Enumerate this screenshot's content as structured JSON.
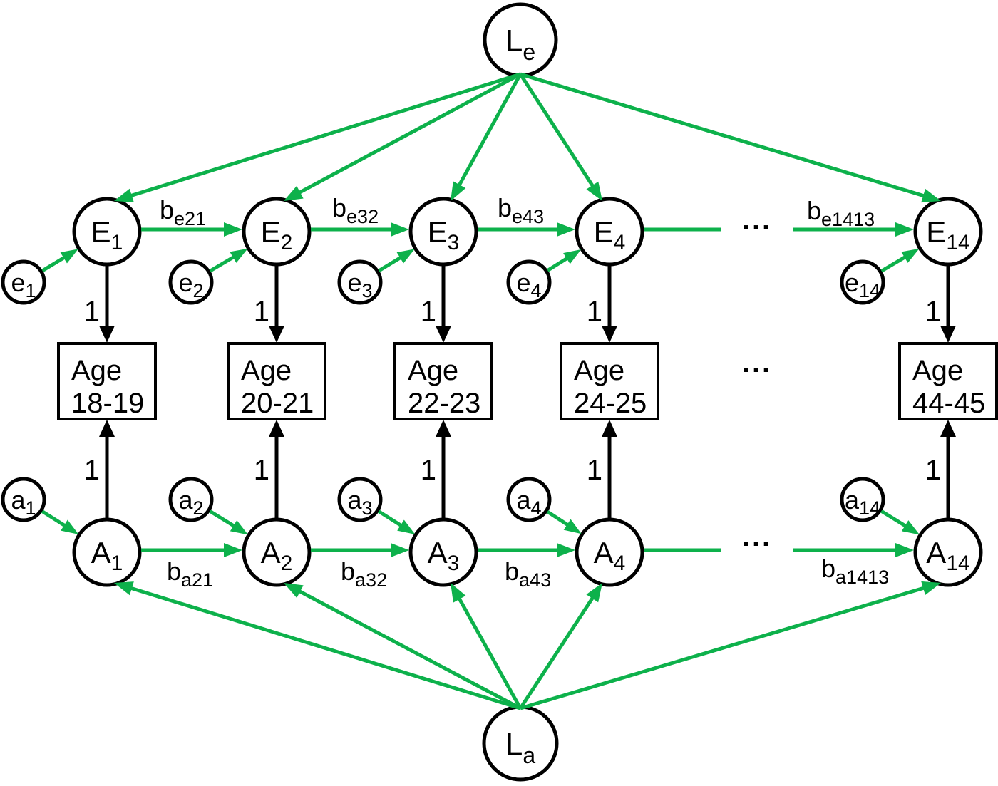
{
  "figure": {
    "background": "#ffffff",
    "line_black": "#000000",
    "line_green": "#0db14b",
    "ellipsis": "...",
    "loading": "1",
    "latents": {
      "top": {
        "main": "L",
        "sub": "e"
      },
      "bottom": {
        "main": "L",
        "sub": "a"
      }
    },
    "e_factors": [
      {
        "main": "E",
        "sub": "1"
      },
      {
        "main": "E",
        "sub": "2"
      },
      {
        "main": "E",
        "sub": "3"
      },
      {
        "main": "E",
        "sub": "4"
      },
      {
        "main": "E",
        "sub": "14"
      }
    ],
    "e_residuals": [
      {
        "main": "e",
        "sub": "1"
      },
      {
        "main": "e",
        "sub": "2"
      },
      {
        "main": "e",
        "sub": "3"
      },
      {
        "main": "e",
        "sub": "4"
      },
      {
        "main": "e",
        "sub": "14"
      }
    ],
    "a_factors": [
      {
        "main": "A",
        "sub": "1"
      },
      {
        "main": "A",
        "sub": "2"
      },
      {
        "main": "A",
        "sub": "3"
      },
      {
        "main": "A",
        "sub": "4"
      },
      {
        "main": "A",
        "sub": "14"
      }
    ],
    "a_residuals": [
      {
        "main": "a",
        "sub": "1"
      },
      {
        "main": "a",
        "sub": "2"
      },
      {
        "main": "a",
        "sub": "3"
      },
      {
        "main": "a",
        "sub": "4"
      },
      {
        "main": "a",
        "sub": "14"
      }
    ],
    "observed": [
      {
        "line1": "Age",
        "line2": "18-19"
      },
      {
        "line1": "Age",
        "line2": "20-21"
      },
      {
        "line1": "Age",
        "line2": "22-23"
      },
      {
        "line1": "Age",
        "line2": "24-25"
      },
      {
        "line1": "Age",
        "line2": "44-45"
      }
    ],
    "e_chain_labels": [
      {
        "main": "b",
        "sub": "e21"
      },
      {
        "main": "b",
        "sub": "e32"
      },
      {
        "main": "b",
        "sub": "e43"
      },
      {
        "main": "b",
        "sub": "e1413"
      }
    ],
    "a_chain_labels": [
      {
        "main": "b",
        "sub": "a21"
      },
      {
        "main": "b",
        "sub": "a32"
      },
      {
        "main": "b",
        "sub": "a43"
      },
      {
        "main": "b",
        "sub": "a1413"
      }
    ]
  }
}
